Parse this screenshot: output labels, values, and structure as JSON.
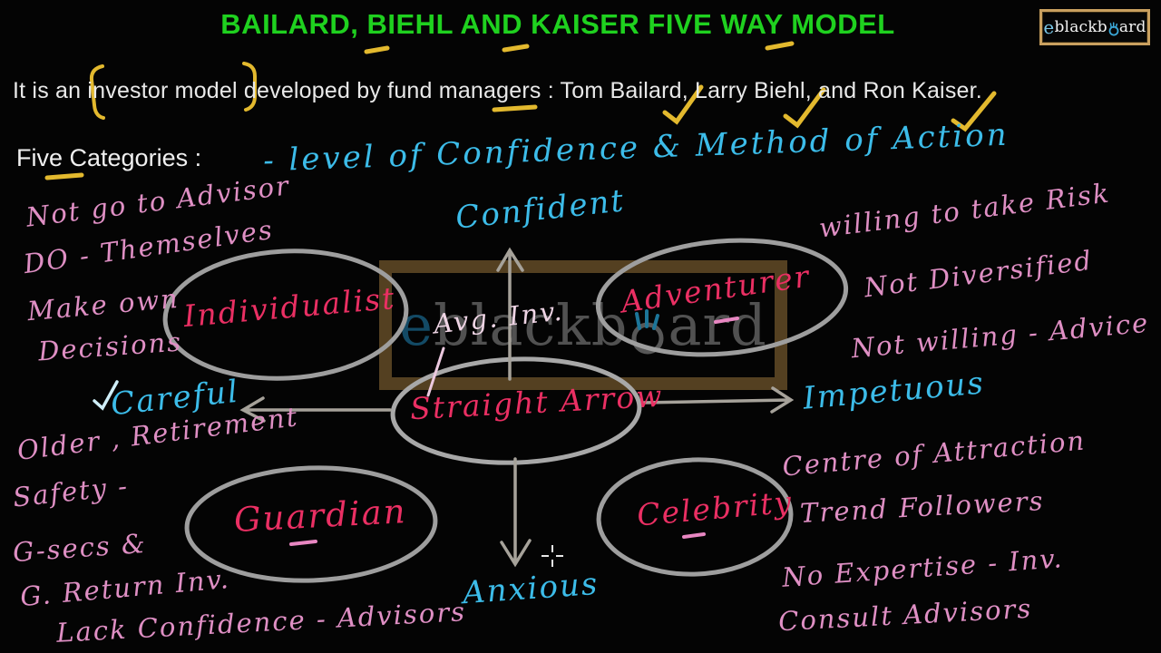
{
  "title": "BAILARD, BIEHL AND KAISER FIVE WAY MODEL",
  "brand": {
    "prefix": "e",
    "mid": "blackb",
    "suffix": "ard"
  },
  "intro": "It is an investor model developed by fund managers : Tom Bailard, Larry Biehl, and Ron Kaiser.",
  "five_categories": {
    "label": "Five Categories :",
    "note": "- level of Confidence & Method of Action"
  },
  "diagram": {
    "center": {
      "name": "Straight Arrow",
      "note": "Avg. Inv."
    },
    "axis": {
      "top": "Confident",
      "bottom": "Anxious",
      "left": "Careful",
      "right": "Impetuous"
    },
    "quadrants": [
      {
        "id": "individualist",
        "name": "Individualist",
        "notes": [
          "Not go to Advisor",
          "DO - Themselves",
          "Make own",
          "Decisions"
        ]
      },
      {
        "id": "adventurer",
        "name": "Adventurer",
        "notes": [
          "willing to take Risk",
          "Not Diversified",
          "Not willing - Advice"
        ]
      },
      {
        "id": "guardian",
        "name": "Guardian",
        "notes": [
          "Older , Retirement",
          "Safety -",
          "G-secs &",
          "G. Return Inv.",
          "Lack Confidence - Advisors"
        ]
      },
      {
        "id": "celebrity",
        "name": "Celebrity",
        "notes": [
          "Centre of Attraction",
          "Trend Followers",
          "No Expertise - Inv.",
          "Consult Advisors"
        ]
      }
    ]
  },
  "colors": {
    "title_green": "#1fd11f",
    "handwriting_cyan": "#3cbce9",
    "handwriting_pink": "#df8fc4",
    "category_red": "#ea2f63",
    "highlight_yellow": "#e3b92e",
    "ellipse_gray": "#9e9e9e",
    "arrow_gray": "#a6a29a",
    "watermark_brown": "#604925",
    "logo_border_tan": "#c9a05f"
  }
}
